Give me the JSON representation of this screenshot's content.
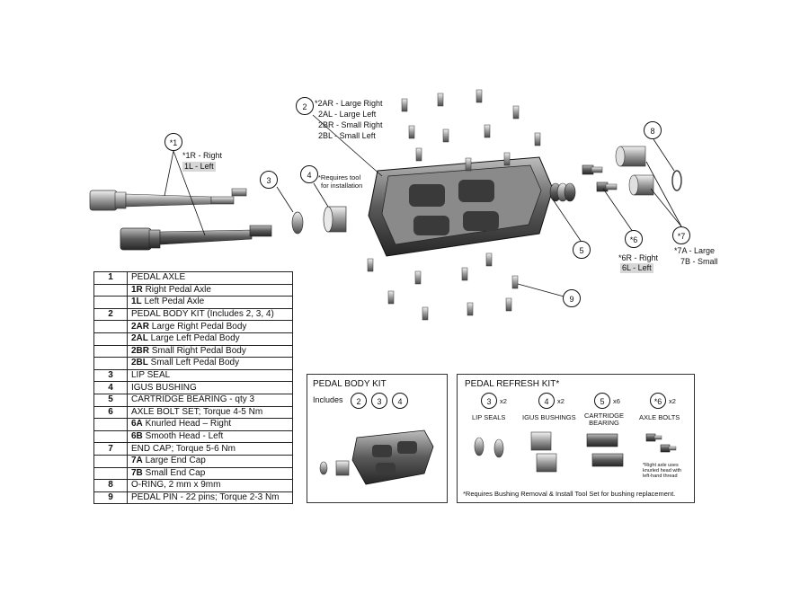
{
  "callouts": {
    "c1": "*1",
    "c2": "2",
    "c3": "3",
    "c4": "4",
    "c5": "5",
    "c6": "*6",
    "c7": "*7",
    "c8": "8",
    "c9": "9"
  },
  "labels": {
    "axle": [
      "*1R - Right",
      "1L - Left"
    ],
    "body": [
      "*2AR - Large Right",
      "2AL - Large Left",
      "2BR - Small Right",
      "2BL - Small Left"
    ],
    "tool": [
      "*Requires tool",
      "for installation"
    ],
    "bolt": [
      "*6R - Right",
      "6L - Left"
    ],
    "cap": [
      "*7A - Large",
      "7B - Small"
    ]
  },
  "parts_table": [
    {
      "num": "1",
      "code": "",
      "text": "PEDAL AXLE"
    },
    {
      "num": "",
      "code": "1R",
      "text": " Right Pedal Axle"
    },
    {
      "num": "",
      "code": "1L",
      "text": " Left Pedal Axle"
    },
    {
      "num": "2",
      "code": "",
      "text": "PEDAL BODY KIT (Includes 2, 3, 4)"
    },
    {
      "num": "",
      "code": "2AR",
      "text": " Large Right Pedal Body"
    },
    {
      "num": "",
      "code": "2AL",
      "text": " Large Left Pedal Body"
    },
    {
      "num": "",
      "code": "2BR",
      "text": " Small Right Pedal Body"
    },
    {
      "num": "",
      "code": "2BL",
      "text": " Small Left Pedal Body"
    },
    {
      "num": "3",
      "code": "",
      "text": "LIP SEAL"
    },
    {
      "num": "4",
      "code": "",
      "text": "IGUS BUSHING"
    },
    {
      "num": "5",
      "code": "",
      "text": "CARTRIDGE BEARING - qty 3"
    },
    {
      "num": "6",
      "code": "",
      "text": "AXLE BOLT SET; Torque 4-5 Nm"
    },
    {
      "num": "",
      "code": "6A",
      "text": " Knurled Head – Right"
    },
    {
      "num": "",
      "code": "6B",
      "text": " Smooth Head - Left"
    },
    {
      "num": "7",
      "code": "",
      "text": "END CAP; Torque 5-6 Nm"
    },
    {
      "num": "",
      "code": "7A",
      "text": " Large End Cap"
    },
    {
      "num": "",
      "code": "7B",
      "text": " Small End Cap"
    },
    {
      "num": "8",
      "code": "",
      "text": "O-RING, 2 mm x 9mm"
    },
    {
      "num": "9",
      "code": "",
      "text": "PEDAL PIN - 22 pins; Torque 2-3 Nm"
    }
  ],
  "body_kit": {
    "title": "PEDAL BODY KIT",
    "includes": "Includes",
    "items": [
      "2",
      "3",
      "4"
    ]
  },
  "refresh_kit": {
    "title": "PEDAL REFRESH KIT*",
    "items": [
      {
        "num": "3",
        "qty": "x2",
        "label": "LIP SEALS"
      },
      {
        "num": "4",
        "qty": "x2",
        "label": "IGUS BUSHINGS"
      },
      {
        "num": "5",
        "qty": "x6",
        "label": "CARTRIDGE\nBEARING"
      },
      {
        "num": "*6",
        "qty": "x2",
        "label": "AXLE BOLTS"
      }
    ],
    "bolt_note": [
      "*Right axle uses",
      "knurled head with",
      "left-hand thread"
    ],
    "footnote": "*Requires Bushing Removal & Install Tool Set for bushing replacement."
  }
}
